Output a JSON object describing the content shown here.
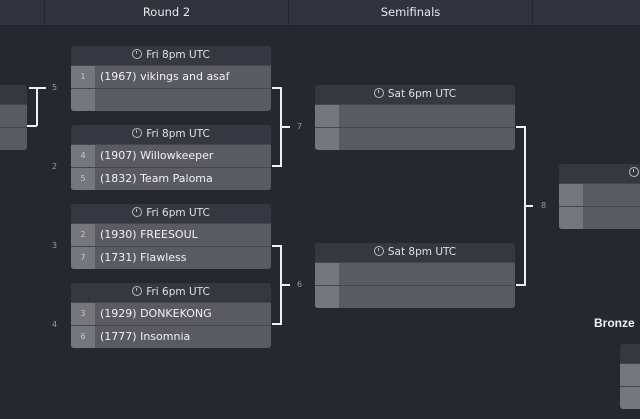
{
  "header": {
    "columns": [
      "",
      "Round 2",
      "Semifinals",
      ""
    ]
  },
  "left_numbers": [
    "5",
    "2",
    "3",
    "4"
  ],
  "round2": [
    {
      "time": "Fri 8pm UTC",
      "teams": [
        {
          "seed": "1",
          "name": "(1967) vikings and asaf"
        },
        {
          "seed": "",
          "name": ""
        }
      ]
    },
    {
      "time": "Fri 8pm UTC",
      "teams": [
        {
          "seed": "4",
          "name": "(1907) Willowkeeper"
        },
        {
          "seed": "5",
          "name": "(1832) Team Paloma"
        }
      ]
    },
    {
      "time": "Fri 6pm UTC",
      "teams": [
        {
          "seed": "2",
          "name": "(1930) FREESOUL"
        },
        {
          "seed": "7",
          "name": "(1731) Flawless"
        }
      ]
    },
    {
      "time": "Fri 6pm UTC",
      "teams": [
        {
          "seed": "3",
          "name": "(1929) DONKEKONG"
        },
        {
          "seed": "6",
          "name": "(1777) Insomnia"
        }
      ]
    }
  ],
  "next_numbers": [
    "7",
    "6",
    "8"
  ],
  "semis": [
    {
      "time": "Sat 6pm UTC"
    },
    {
      "time": "Sat 8pm UTC"
    }
  ],
  "bronze_label": "Bronze"
}
